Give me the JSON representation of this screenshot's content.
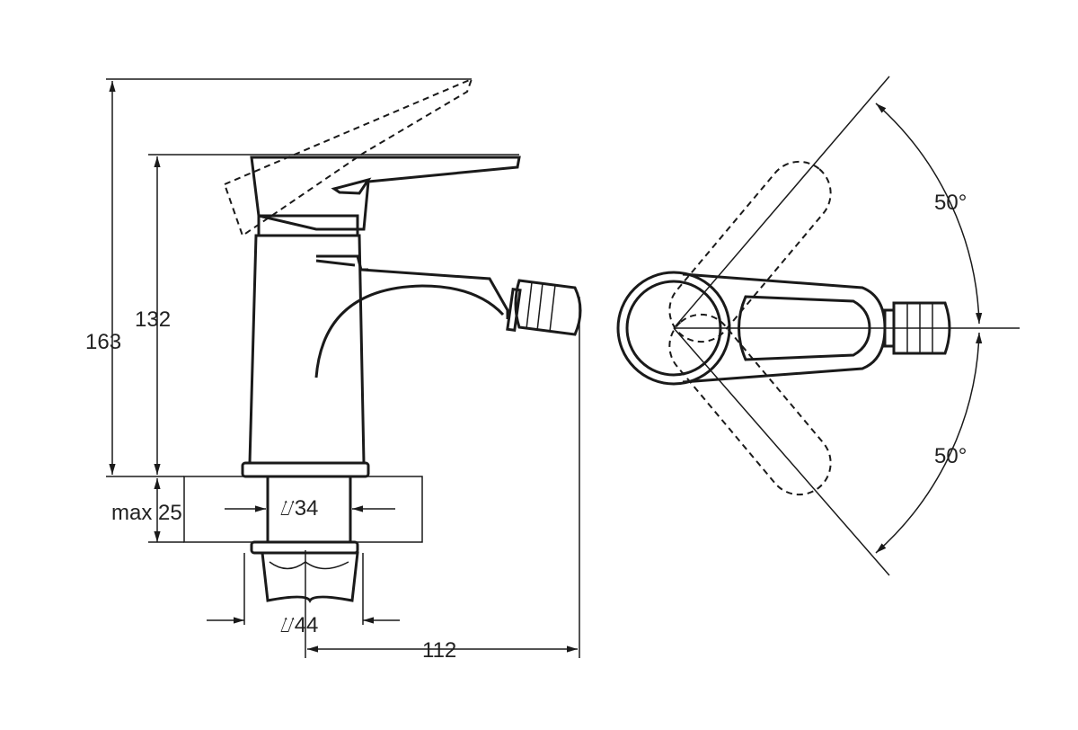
{
  "drawing": {
    "dimensions": {
      "total_height": "163",
      "body_height": "132",
      "max_counter_thickness": "max 25",
      "hole_diameter": "⌰34",
      "base_diameter": "⌰44",
      "spout_reach": "112"
    },
    "angles": {
      "upper": "50°",
      "lower": "50°"
    },
    "line_color": "#1a1a1a"
  }
}
